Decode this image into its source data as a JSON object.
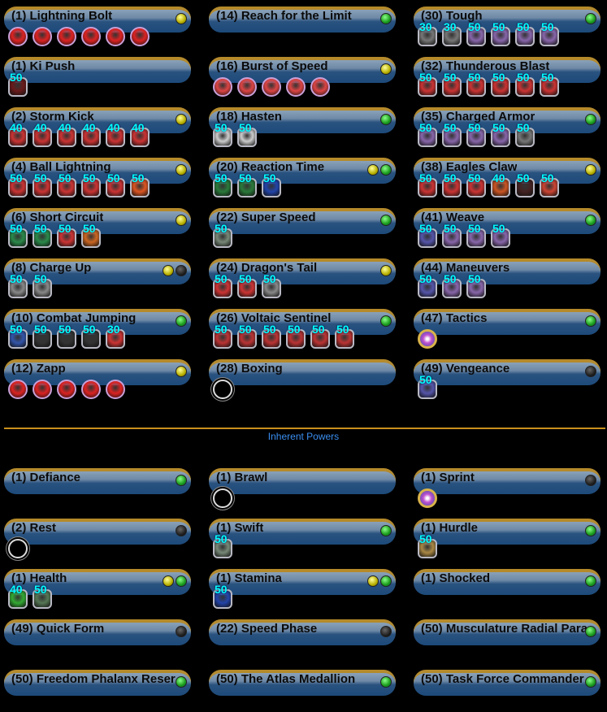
{
  "colors": {
    "accent": "#c8901c",
    "section_label": "#3a8ef0",
    "level_text": "#00ffff"
  },
  "section_label": "Inherent Powers",
  "powers": [
    [
      {
        "name": "(1) Lightning Bolt",
        "dots": [
          "yellow"
        ],
        "enh": [
          {
            "c": "#d22",
            "s": "round"
          },
          {
            "c": "#d22",
            "s": "round"
          },
          {
            "c": "#d22",
            "s": "round"
          },
          {
            "c": "#d22",
            "s": "round"
          },
          {
            "c": "#d22",
            "s": "round"
          },
          {
            "c": "#d22",
            "s": "round"
          }
        ]
      },
      {
        "name": "(1) Ki Push",
        "dots": [],
        "enh": [
          {
            "l": "50",
            "c": "#6a1a1a"
          }
        ]
      },
      {
        "name": "(2) Storm Kick",
        "dots": [
          "yellow"
        ],
        "enh": [
          {
            "l": "40",
            "c": "#c33"
          },
          {
            "l": "40",
            "c": "#c33"
          },
          {
            "l": "40",
            "c": "#c33"
          },
          {
            "l": "40",
            "c": "#c33"
          },
          {
            "l": "40",
            "c": "#c33"
          },
          {
            "l": "40",
            "c": "#c33"
          }
        ]
      },
      {
        "name": "(4) Ball Lightning",
        "dots": [
          "yellow"
        ],
        "enh": [
          {
            "l": "50",
            "c": "#c33"
          },
          {
            "l": "50",
            "c": "#c33"
          },
          {
            "l": "50",
            "c": "#c33"
          },
          {
            "l": "50",
            "c": "#c33"
          },
          {
            "l": "50",
            "c": "#c33"
          },
          {
            "l": "50",
            "c": "#d52"
          }
        ]
      },
      {
        "name": "(6) Short Circuit",
        "dots": [
          "yellow"
        ],
        "enh": [
          {
            "l": "50",
            "c": "#2a8a4a"
          },
          {
            "l": "50",
            "c": "#2a8a4a"
          },
          {
            "l": "50",
            "c": "#c33"
          },
          {
            "l": "50",
            "c": "#c62"
          }
        ]
      },
      {
        "name": "(8) Charge Up",
        "dots": [
          "yellow",
          "black"
        ],
        "enh": [
          {
            "l": "50",
            "c": "#888"
          },
          {
            "l": "50",
            "c": "#888"
          }
        ]
      },
      {
        "name": "(10) Combat Jumping",
        "dots": [
          "green"
        ],
        "enh": [
          {
            "l": "50",
            "c": "#35a"
          },
          {
            "l": "50",
            "c": "#333"
          },
          {
            "l": "50",
            "c": "#333"
          },
          {
            "l": "50",
            "c": "#333"
          },
          {
            "l": "30",
            "c": "#c33"
          }
        ]
      },
      {
        "name": "(12) Zapp",
        "dots": [
          "yellow"
        ],
        "enh": [
          {
            "c": "#d22",
            "s": "round"
          },
          {
            "c": "#d22",
            "s": "round"
          },
          {
            "c": "#d22",
            "s": "round"
          },
          {
            "c": "#d22",
            "s": "round"
          },
          {
            "c": "#d22",
            "s": "round"
          }
        ]
      }
    ],
    [
      {
        "name": "(14) Reach for the Limit",
        "dots": [
          "green"
        ],
        "enh": []
      },
      {
        "name": "(16) Burst of Speed",
        "dots": [
          "yellow"
        ],
        "enh": [
          {
            "c": "#d44",
            "s": "round"
          },
          {
            "c": "#d44",
            "s": "round"
          },
          {
            "c": "#d44",
            "s": "round"
          },
          {
            "c": "#d44",
            "s": "round"
          },
          {
            "c": "#d44",
            "s": "round"
          }
        ]
      },
      {
        "name": "(18) Hasten",
        "dots": [
          "green"
        ],
        "enh": [
          {
            "l": "50",
            "c": "#ccc"
          },
          {
            "l": "50",
            "c": "#ccc"
          }
        ]
      },
      {
        "name": "(20) Reaction Time",
        "dots": [
          "yellow",
          "green"
        ],
        "enh": [
          {
            "l": "50",
            "c": "#2a7a3a"
          },
          {
            "l": "50",
            "c": "#2a7a3a"
          },
          {
            "l": "50",
            "c": "#24a"
          }
        ]
      },
      {
        "name": "(22) Super Speed",
        "dots": [
          "green"
        ],
        "enh": [
          {
            "l": "50",
            "c": "#787"
          }
        ]
      },
      {
        "name": "(24) Dragon's Tail",
        "dots": [
          "yellow"
        ],
        "enh": [
          {
            "l": "50",
            "c": "#c33"
          },
          {
            "l": "50",
            "c": "#c33"
          },
          {
            "l": "50",
            "c": "#888"
          }
        ]
      },
      {
        "name": "(26) Voltaic Sentinel",
        "dots": [
          "green"
        ],
        "enh": [
          {
            "l": "50",
            "c": "#b33"
          },
          {
            "l": "50",
            "c": "#b33"
          },
          {
            "l": "50",
            "c": "#b33"
          },
          {
            "l": "50",
            "c": "#b33"
          },
          {
            "l": "50",
            "c": "#b33"
          },
          {
            "l": "50",
            "c": "#b33"
          }
        ]
      },
      {
        "name": "(28) Boxing",
        "dots": [],
        "enh": [
          {
            "c": "#000",
            "s": "ring"
          }
        ]
      }
    ],
    [
      {
        "name": "(30) Tough",
        "dots": [
          "green"
        ],
        "enh": [
          {
            "l": "30",
            "c": "#777"
          },
          {
            "l": "30",
            "c": "#777"
          },
          {
            "l": "50",
            "c": "#86a"
          },
          {
            "l": "50",
            "c": "#86a"
          },
          {
            "l": "50",
            "c": "#86a"
          },
          {
            "l": "50",
            "c": "#86a"
          }
        ]
      },
      {
        "name": "(32) Thunderous Blast",
        "dots": [],
        "enh": [
          {
            "l": "50",
            "c": "#c33"
          },
          {
            "l": "50",
            "c": "#c33"
          },
          {
            "l": "50",
            "c": "#c33"
          },
          {
            "l": "50",
            "c": "#c33"
          },
          {
            "l": "50",
            "c": "#c33"
          },
          {
            "l": "50",
            "c": "#c33"
          }
        ]
      },
      {
        "name": "(35) Charged Armor",
        "dots": [
          "green"
        ],
        "enh": [
          {
            "l": "50",
            "c": "#86a"
          },
          {
            "l": "50",
            "c": "#86a"
          },
          {
            "l": "50",
            "c": "#86a"
          },
          {
            "l": "50",
            "c": "#86a"
          },
          {
            "l": "50",
            "c": "#777"
          }
        ]
      },
      {
        "name": "(38) Eagles Claw",
        "dots": [
          "yellow"
        ],
        "enh": [
          {
            "l": "50",
            "c": "#c33"
          },
          {
            "l": "50",
            "c": "#c33"
          },
          {
            "l": "50",
            "c": "#c33"
          },
          {
            "l": "40",
            "c": "#c52"
          },
          {
            "l": "50",
            "c": "#422"
          },
          {
            "l": "50",
            "c": "#c43"
          }
        ]
      },
      {
        "name": "(41) Weave",
        "dots": [
          "green"
        ],
        "enh": [
          {
            "l": "50",
            "c": "#55a"
          },
          {
            "l": "50",
            "c": "#86a"
          },
          {
            "l": "50",
            "c": "#86a"
          },
          {
            "l": "50",
            "c": "#86a"
          }
        ]
      },
      {
        "name": "(44) Maneuvers",
        "dots": [],
        "enh": [
          {
            "l": "50",
            "c": "#55a"
          },
          {
            "l": "50",
            "c": "#86a"
          },
          {
            "l": "50",
            "c": "#86a"
          }
        ]
      },
      {
        "name": "(47) Tactics",
        "dots": [
          "green"
        ],
        "enh": [
          {
            "c": "#c5d",
            "s": "orb"
          }
        ]
      },
      {
        "name": "(49) Vengeance",
        "dots": [
          "black"
        ],
        "enh": [
          {
            "l": "50",
            "c": "#55a"
          }
        ]
      }
    ]
  ],
  "inherent": [
    [
      {
        "name": "(1) Defiance",
        "dots": [
          "green"
        ],
        "enh": []
      },
      {
        "name": "(2) Rest",
        "dots": [
          "black"
        ],
        "enh": [
          {
            "c": "#000",
            "s": "ring"
          }
        ]
      },
      {
        "name": "(1) Health",
        "dots": [
          "yellow",
          "green"
        ],
        "enh": [
          {
            "l": "40",
            "c": "#3a3"
          },
          {
            "l": "50",
            "c": "#575"
          }
        ]
      },
      {
        "name": "(49) Quick Form",
        "dots": [
          "black"
        ],
        "enh": []
      },
      {
        "name": "(50) Freedom Phalanx Reser",
        "dots": [
          "green"
        ],
        "enh": []
      }
    ],
    [
      {
        "name": "(1) Brawl",
        "dots": [],
        "enh": [
          {
            "c": "#000",
            "s": "ring"
          }
        ]
      },
      {
        "name": "(1) Swift",
        "dots": [
          "green"
        ],
        "enh": [
          {
            "l": "50",
            "c": "#787"
          }
        ]
      },
      {
        "name": "(1) Stamina",
        "dots": [
          "yellow",
          "green"
        ],
        "enh": [
          {
            "l": "50",
            "c": "#24a"
          }
        ]
      },
      {
        "name": "(22) Speed Phase",
        "dots": [
          "black"
        ],
        "enh": []
      },
      {
        "name": "(50) The Atlas Medallion",
        "dots": [
          "green"
        ],
        "enh": []
      }
    ],
    [
      {
        "name": "(1) Sprint",
        "dots": [
          "black"
        ],
        "enh": [
          {
            "c": "#c5d",
            "s": "orb"
          }
        ]
      },
      {
        "name": "(1) Hurdle",
        "dots": [
          "green"
        ],
        "enh": [
          {
            "l": "50",
            "c": "#a84"
          }
        ]
      },
      {
        "name": "(1) Shocked",
        "dots": [
          "green"
        ],
        "enh": []
      },
      {
        "name": "(50) Musculature Radial Para",
        "dots": [
          "green"
        ],
        "enh": []
      },
      {
        "name": "(50) Task Force Commander",
        "dots": [
          "green"
        ],
        "enh": []
      }
    ]
  ]
}
